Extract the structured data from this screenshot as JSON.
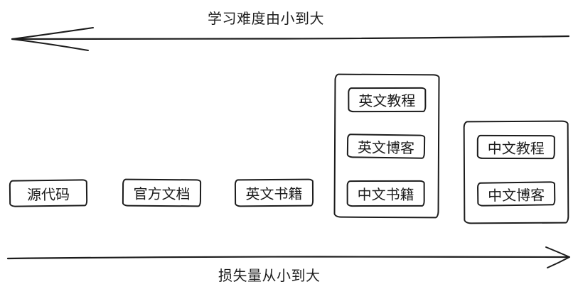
{
  "diagram": {
    "top_axis": {
      "label": "学习难度由小到大",
      "direction": "left"
    },
    "bottom_axis": {
      "label": "损失量从小到大",
      "direction": "right"
    },
    "boxes": [
      {
        "label": "源代码"
      },
      {
        "label": "官方文档"
      },
      {
        "label": "英文书籍"
      }
    ],
    "groups": [
      {
        "items": [
          {
            "label": "英文教程"
          },
          {
            "label": "英文博客"
          },
          {
            "label": "中文书籍"
          }
        ]
      },
      {
        "items": [
          {
            "label": "中文教程"
          },
          {
            "label": "中文博客"
          }
        ]
      }
    ],
    "colors": {
      "stroke": "#1c1c1c",
      "background": "#ffffff"
    }
  }
}
